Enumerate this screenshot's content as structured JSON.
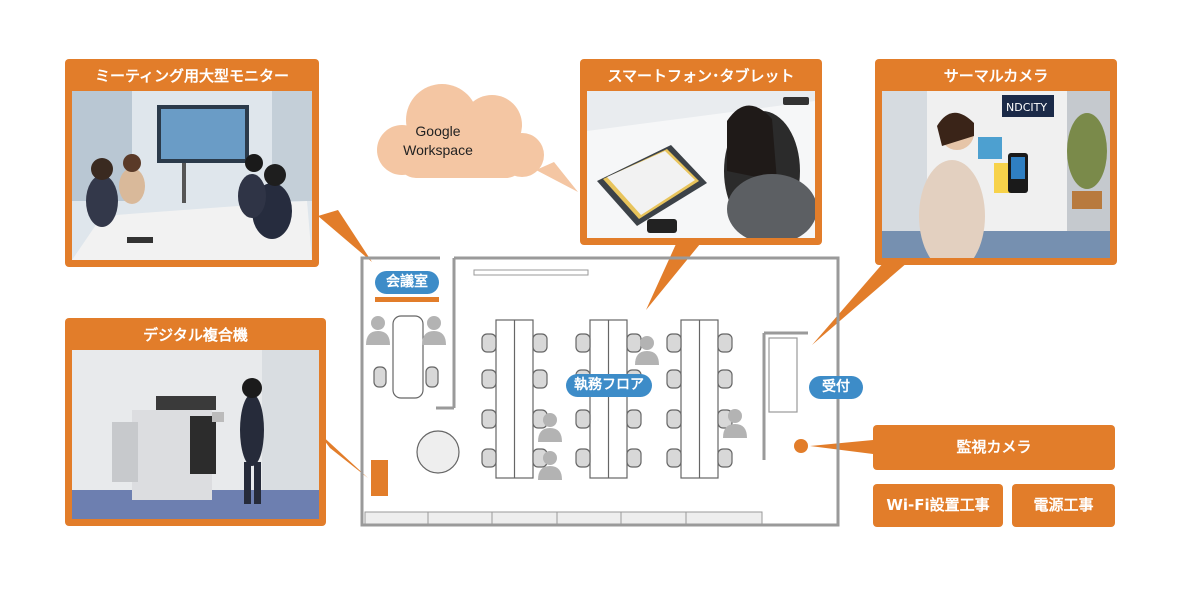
{
  "callouts": {
    "meeting_monitor": "ミーティング用大型モニター",
    "smartphone_tablet": "スマートフォン･タブレット",
    "thermal_camera": "サーマルカメラ",
    "digital_mfp": "デジタル複合機",
    "surveillance_camera": "監視カメラ",
    "wifi_work": "Wi-Fi設置工事",
    "power_work": "電源工事"
  },
  "cloud": {
    "line1": "Google",
    "line2": "Workspace"
  },
  "rooms": {
    "meeting_room": "会議室",
    "office_floor": "執務フロア",
    "reception": "受付"
  },
  "photo_signs": {
    "building_sign": "NDCITY"
  },
  "colors": {
    "orange": "#e27d2a",
    "blue": "#3d8cc8",
    "cloud": "#f4c6a3",
    "wall": "#9a9a9a"
  }
}
